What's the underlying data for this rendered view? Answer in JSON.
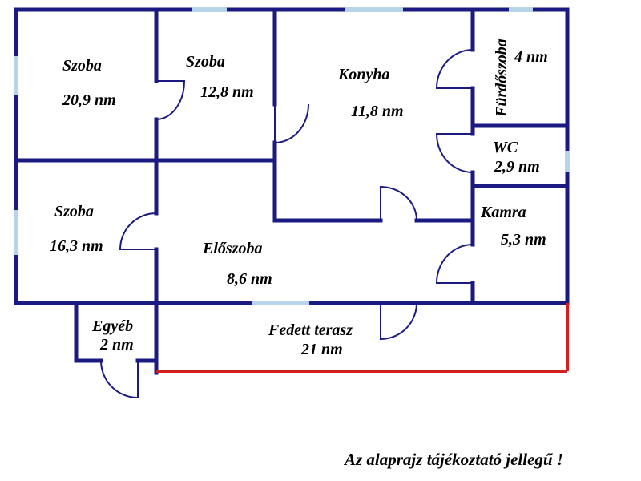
{
  "colors": {
    "wall": "#1a1a80",
    "window": "#b7d5ea",
    "terrace_edge": "#d31f1f",
    "text": "#000000"
  },
  "rooms": [
    {
      "name": "Szoba",
      "area": "20,9 nm"
    },
    {
      "name": "Szoba",
      "area": "12,8 nm"
    },
    {
      "name": "Konyha",
      "area": "11,8 nm"
    },
    {
      "name": "Fürdőszoba",
      "area": "4 nm"
    },
    {
      "name": "WC",
      "area": "2,9 nm"
    },
    {
      "name": "Szoba",
      "area": "16,3 nm"
    },
    {
      "name": "Előszoba",
      "area": "8,6 nm"
    },
    {
      "name": "Kamra",
      "area": "5,3 nm"
    },
    {
      "name": "Egyéb",
      "area": "2 nm"
    },
    {
      "name": "Fedett terasz",
      "area": "21 nm"
    }
  ],
  "note": "Az alaprajz tájékoztató jellegű !"
}
